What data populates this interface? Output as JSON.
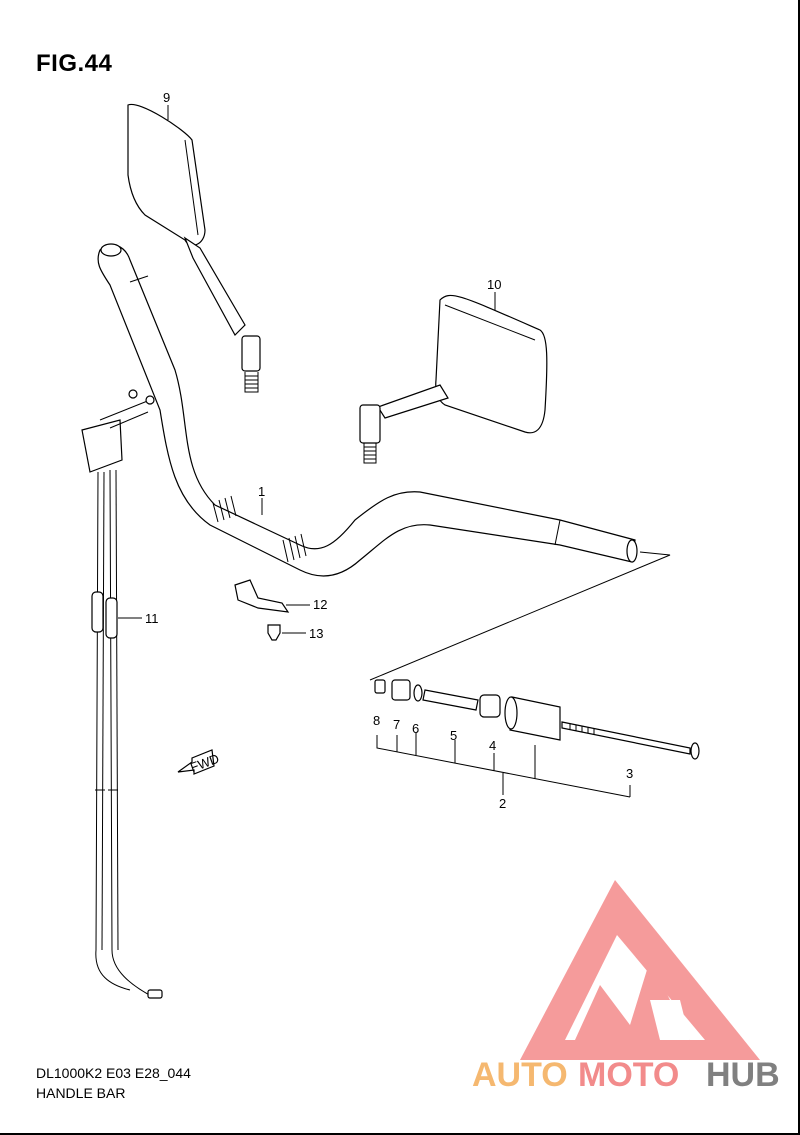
{
  "figure_title": "FIG.44",
  "footer": {
    "model_code": "DL1000K2 E03 E28_044",
    "section_name": "HANDLE BAR"
  },
  "fwd_label": "FWD",
  "callouts": {
    "c1": "1",
    "c2": "2",
    "c3": "3",
    "c4": "4",
    "c5": "5",
    "c6": "6",
    "c7": "7",
    "c8": "8",
    "c9": "9",
    "c10": "10",
    "c11": "11",
    "c12": "12",
    "c13": "13"
  },
  "watermark": {
    "text_auto": "AUTO",
    "text_moto": "MOTO",
    "text_hub": "HUB",
    "color_auto": "#f5b870",
    "color_moto": "#f28b8b",
    "color_hub": "#808080",
    "logo_color": "#f48a8a"
  }
}
